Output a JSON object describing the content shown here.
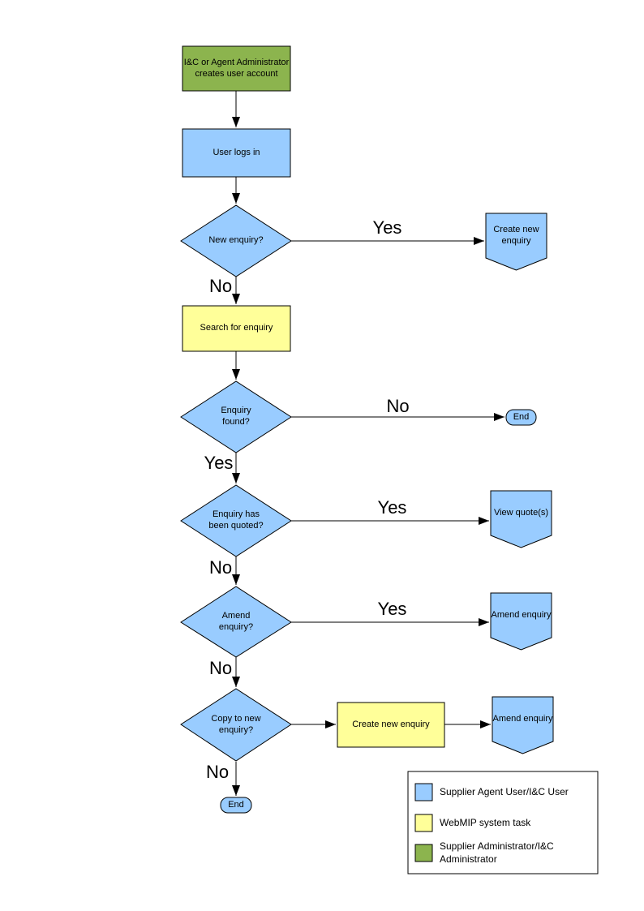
{
  "colors": {
    "user_task": "#99CCFF",
    "system_task": "#FFFF99",
    "admin_task": "#8CB44E"
  },
  "nodes": {
    "admin_creates_account": "I&C or Agent Administrator\ncreates user account",
    "user_logs_in": "User logs in",
    "new_enquiry_q": "New enquiry?",
    "create_new_enquiry": "Create new\nenquiry",
    "search_for_enquiry": "Search for enquiry",
    "enquiry_found_q": "Enquiry\nfound?",
    "end_right": "End",
    "enquiry_quoted_q": "Enquiry has\nbeen quoted?",
    "view_quotes": "View quote(s)",
    "amend_enquiry_q": "Amend\nenquiry?",
    "amend_enquiry": "Amend enquiry",
    "copy_to_new_q": "Copy to new\nenquiry?",
    "create_new_enquiry_task": "Create new enquiry",
    "amend_enquiry_2": "Amend enquiry",
    "end_bottom": "End"
  },
  "edge_labels": {
    "new_enquiry_yes": "Yes",
    "new_enquiry_no": "No",
    "enquiry_found_no": "No",
    "enquiry_found_yes": "Yes",
    "quoted_yes": "Yes",
    "quoted_no": "No",
    "amend_yes": "Yes",
    "amend_no": "No",
    "copy_no": "No"
  },
  "legend": {
    "items": [
      {
        "label": "Supplier Agent User/I&C User",
        "color": "#99CCFF"
      },
      {
        "label": "WebMIP system task",
        "color": "#FFFF99"
      },
      {
        "label": "Supplier Administrator/I&C\nAdministrator",
        "color": "#8CB44E"
      }
    ]
  }
}
